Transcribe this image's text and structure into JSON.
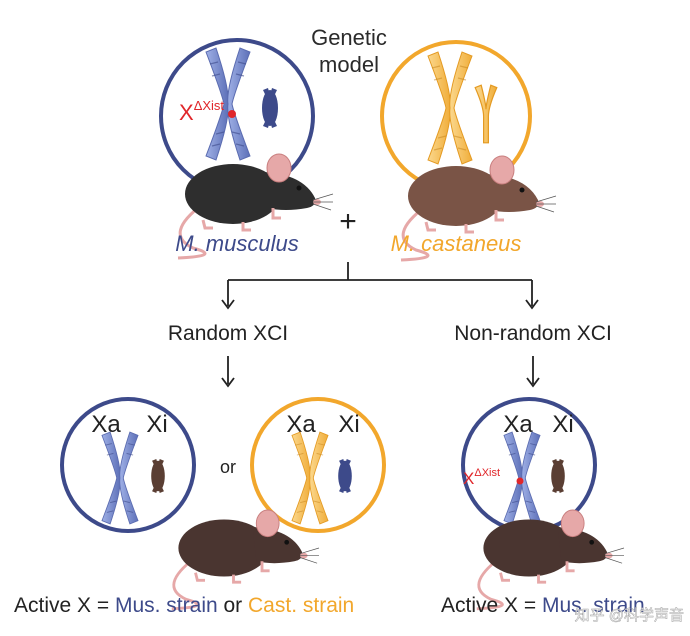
{
  "title": {
    "line1": "Genetic",
    "line2": "model"
  },
  "species": {
    "left": "M. musculus",
    "right": "M. castaneus"
  },
  "plus": "+",
  "branches": {
    "left": "Random XCI",
    "right": "Non-random XCI"
  },
  "or": "or",
  "chromosome_labels": {
    "xa": "Xa",
    "xi": "Xi"
  },
  "deletion_label": {
    "x": "X",
    "sup": "ΔXist"
  },
  "results": {
    "left_prefix": "Active X = ",
    "left_mus": "Mus. strain",
    "left_or": " or ",
    "left_cast": "Cast. strain",
    "right_prefix": "Active X = ",
    "right_mus": "Mus. strain"
  },
  "watermark": "知乎 @科学声音",
  "colors": {
    "musculus": "#3d4a8a",
    "castaneus": "#f2a72c",
    "chromosome_blue": "#7d8fcf",
    "chromosome_yellow": "#f6c46a",
    "deletion": "#e0262a",
    "mouse_black": "#2e2e2e",
    "mouse_brown": "#6b4a3e"
  }
}
